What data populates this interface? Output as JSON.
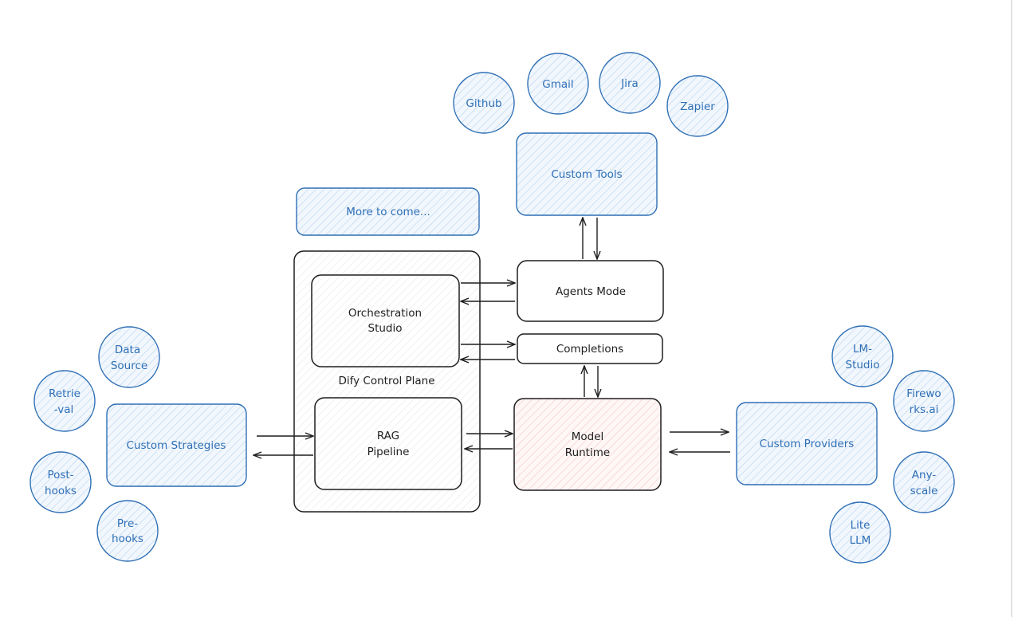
{
  "diagram": {
    "top_block": "More to come...",
    "control_plane": {
      "label": "Dify Control Plane",
      "orchestration": [
        "Orchestration",
        "Studio"
      ],
      "rag": [
        "RAG",
        "Pipeline"
      ]
    },
    "agents_mode": "Agents Mode",
    "completions": "Completions",
    "model_runtime": [
      "Model",
      "Runtime"
    ],
    "custom_tools": {
      "label": "Custom Tools",
      "integrations": [
        "Github",
        "Gmail",
        "Jira",
        "Zapier"
      ]
    },
    "custom_strategies": {
      "label": "Custom Strategies",
      "items": [
        [
          "Data",
          "Source"
        ],
        [
          "Retrie",
          "-val"
        ],
        [
          "Post-",
          "hooks"
        ],
        [
          "Pre-",
          "hooks"
        ]
      ]
    },
    "custom_providers": {
      "label": "Custom Providers",
      "items": [
        [
          "LM-",
          "Studio"
        ],
        [
          "Firewo",
          "rks.ai"
        ],
        [
          "Any-",
          "scale"
        ],
        [
          "Lite",
          "LLM"
        ]
      ]
    }
  },
  "colors": {
    "blue_stroke": "#2f6fb5",
    "blue_fill": "#e6f0fa",
    "dark_stroke": "#1e1e1e",
    "runtime_fill": "#fdeeee"
  }
}
